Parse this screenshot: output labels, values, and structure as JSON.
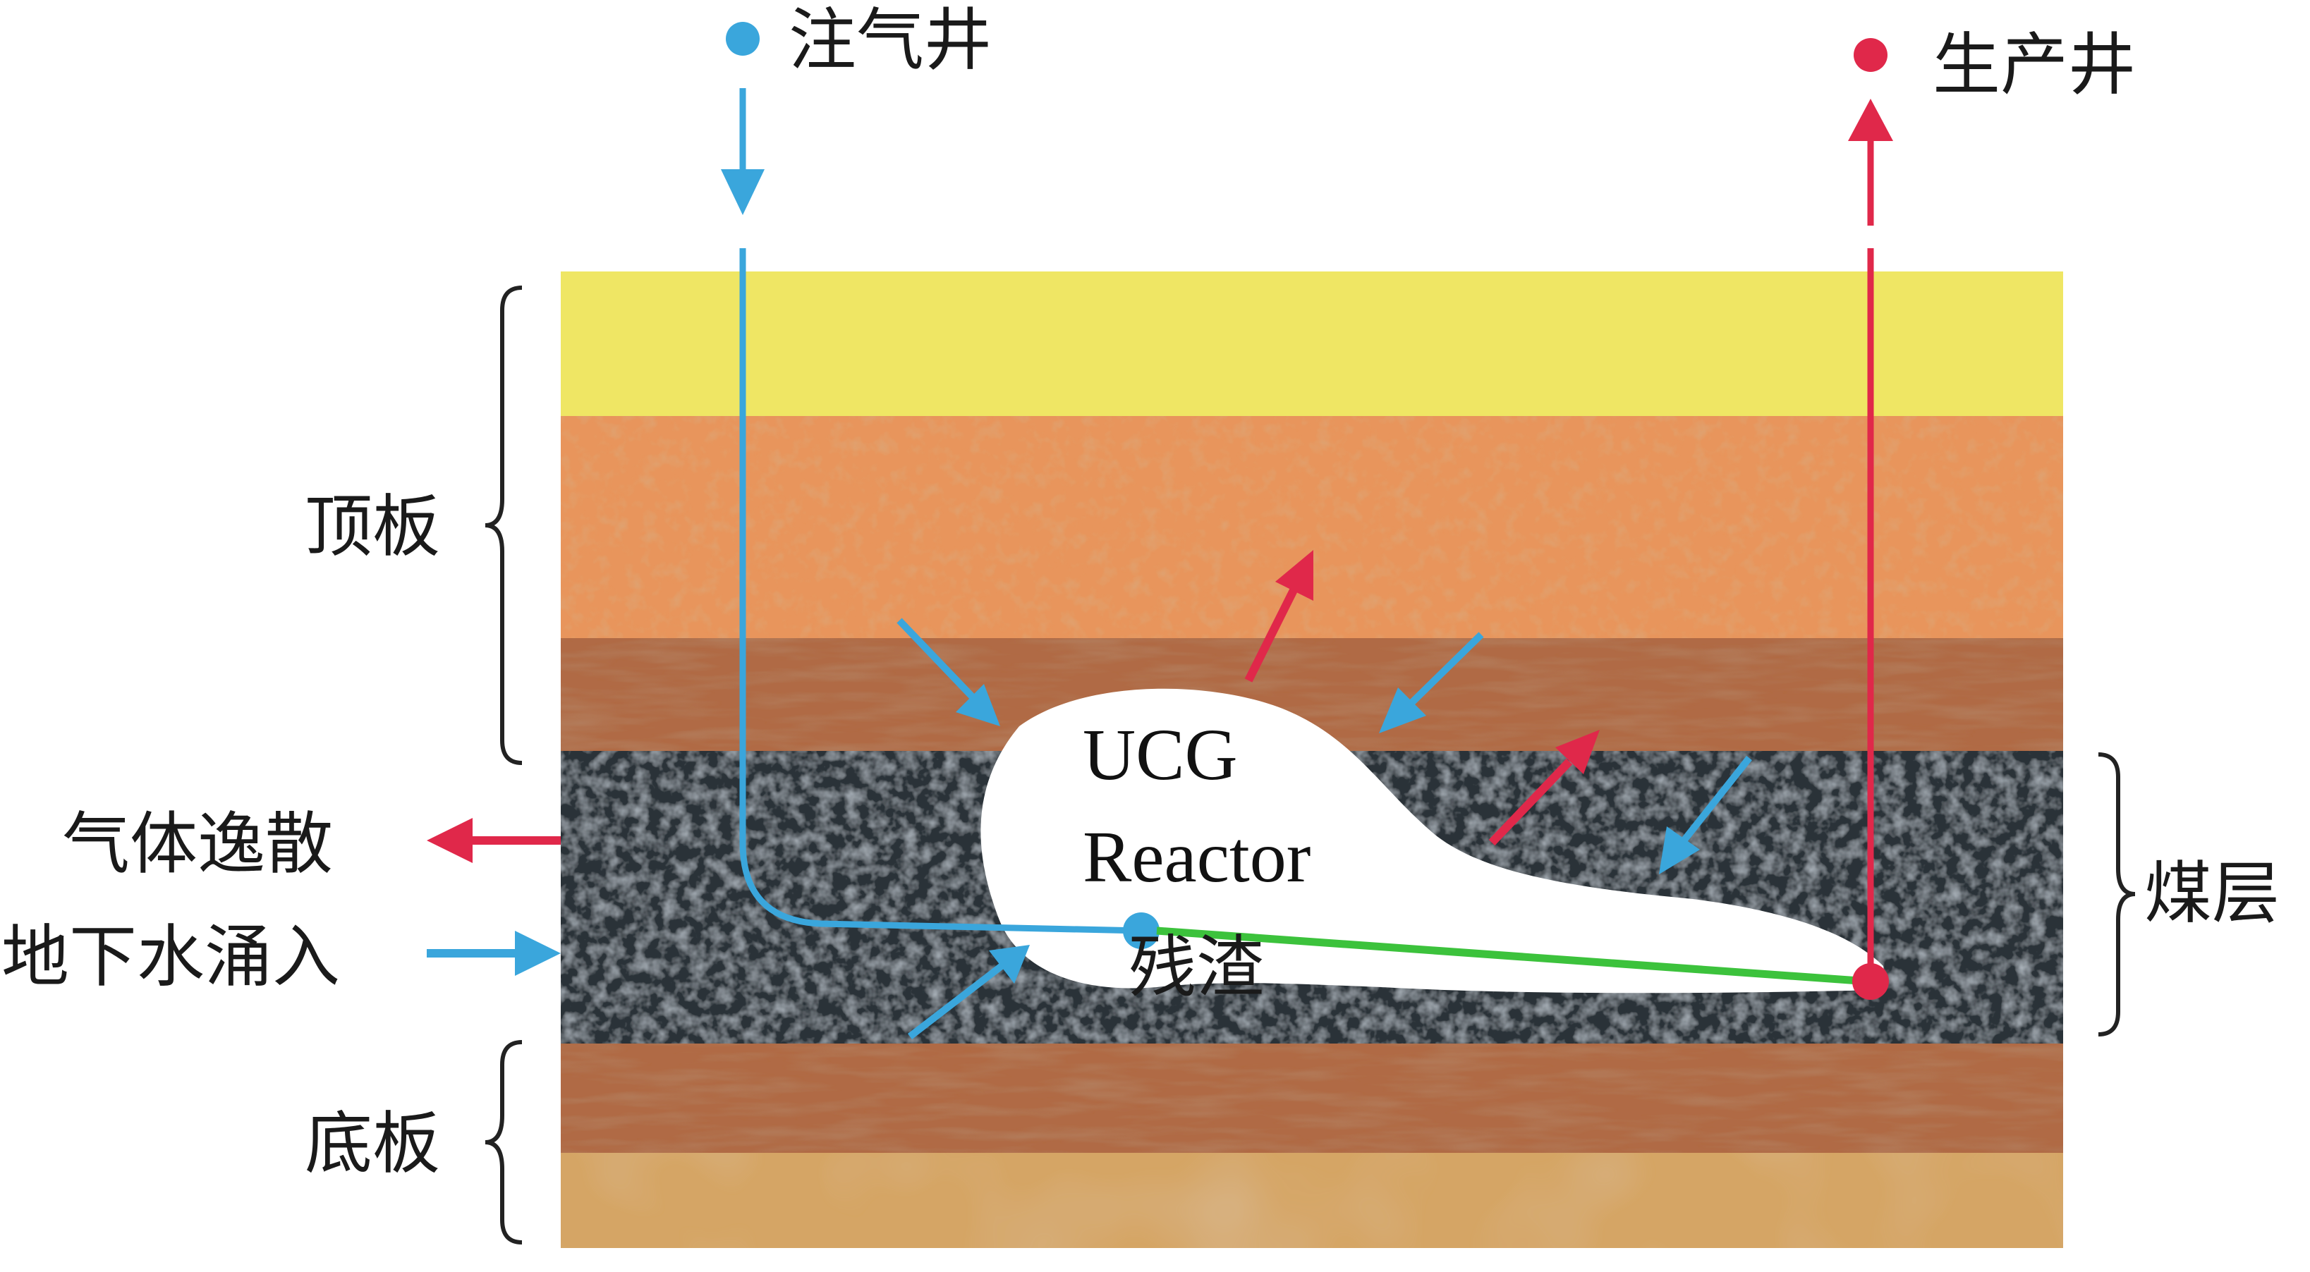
{
  "labels": {
    "injection_well": "注气井",
    "production_well": "生产井",
    "roof": "顶板",
    "floor": "底板",
    "coal_seam": "煤层",
    "gas_escape": "气体逸散",
    "groundwater_inflow": "地下水涌入",
    "reactor_line1": "UCG",
    "reactor_line2": "Reactor",
    "residue": "残渣"
  },
  "colors": {
    "injection": "#3aa6dc",
    "production": "#e0284a",
    "link": "#3cc23c",
    "layer_top": "#efe664",
    "layer_sandstone": "#e8955c",
    "layer_shale": "#b06a45",
    "layer_coal": "#2c3338",
    "layer_bottom": "#d5a565",
    "reactor": "#ffffff"
  }
}
